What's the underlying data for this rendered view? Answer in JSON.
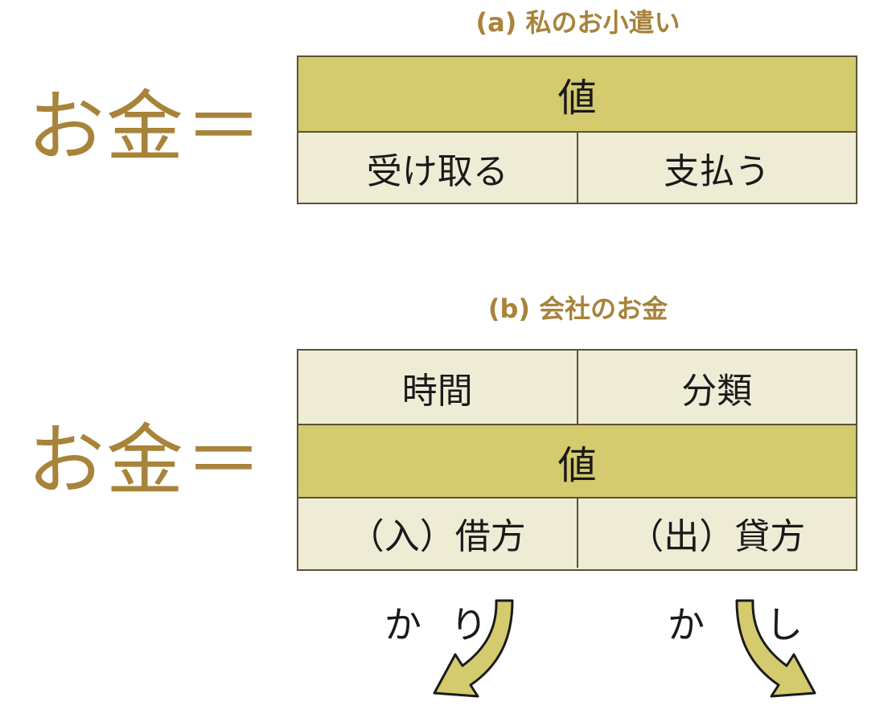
{
  "top": {
    "caption": "(a) 私のお小遣い",
    "label": "お金＝",
    "value_cell": "値",
    "left_cell": "受け取る",
    "right_cell": "支払う"
  },
  "bottom": {
    "caption": "(b) 会社のお金",
    "label": "お金＝",
    "time_cell": "時間",
    "category_cell": "分類",
    "value_cell": "値",
    "debit_cell": "（入）借方",
    "credit_cell": "（出）貸方"
  },
  "readings": {
    "debit_ka": "か",
    "debit_ri": "り",
    "credit_ka": "か",
    "credit_shi": "し"
  },
  "colors": {
    "accent": "#a8833a",
    "value_fill": "#d4ca6e",
    "cell_fill": "#efecd6",
    "arrow_fill": "#d4ca6e",
    "border": "#5a5236"
  }
}
